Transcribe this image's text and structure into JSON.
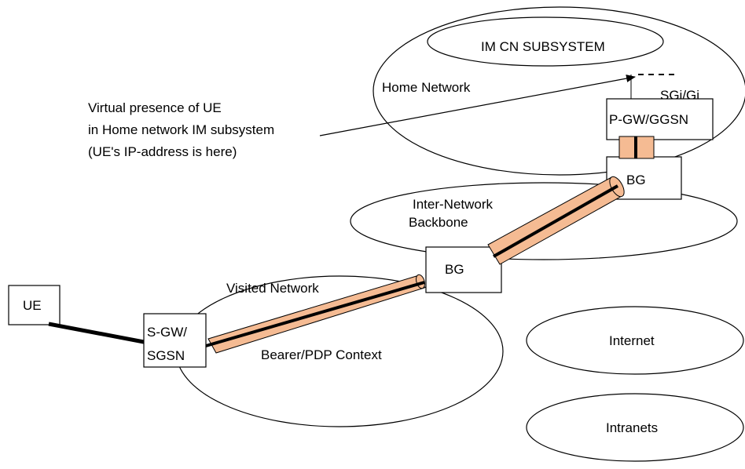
{
  "colors": {
    "tube_fill": "#f5bb93",
    "line": "#000000",
    "background": "#ffffff"
  },
  "nodes": {
    "ue": "UE",
    "sgw_line1": "S-GW/",
    "sgw_line2": "SGSN",
    "bg_visited": "BG",
    "bg_home": "BG",
    "pgw": "P-GW/GGSN"
  },
  "networks": {
    "im_cn": "IM CN SUBSYSTEM",
    "home": "Home Network",
    "inter_line1": "Inter-Network",
    "inter_line2": "Backbone",
    "visited": "Visited Network",
    "internet": "Internet",
    "intranets": "Intranets"
  },
  "labels": {
    "sgi_gi": "SGi/Gi",
    "bearer": "Bearer/PDP Context",
    "virtual_line1": "Virtual presence of UE",
    "virtual_line2": "in Home network IM subsystem",
    "virtual_line3": "(UE's IP-address is here)"
  }
}
